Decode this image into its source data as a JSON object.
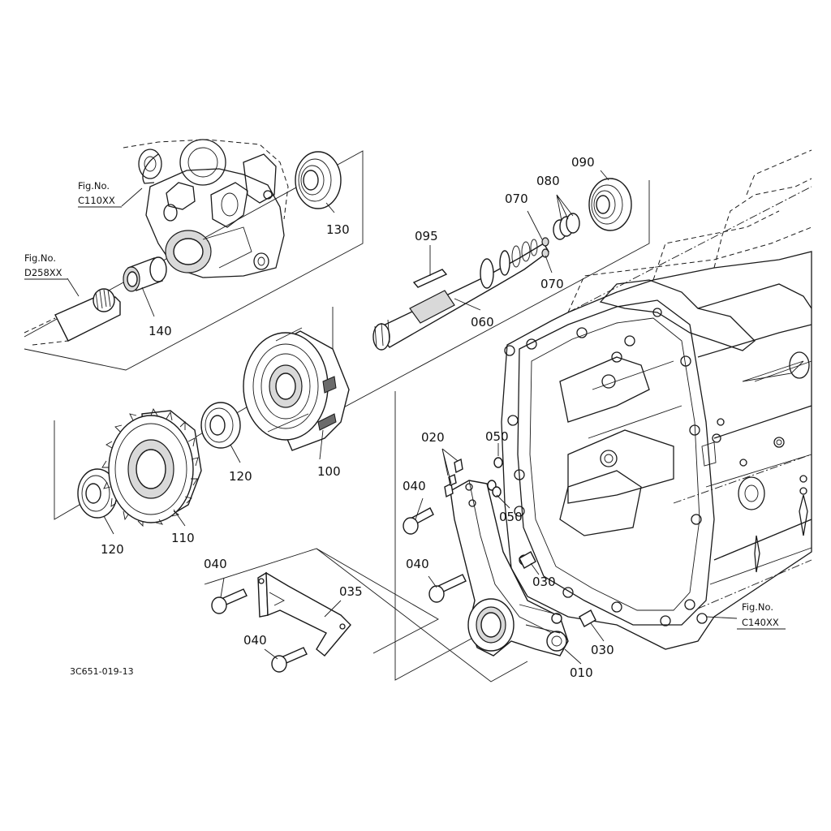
{
  "figure_code": "3C651-019-13",
  "references": {
    "c110": {
      "line1": "Fig.No.",
      "line2": "C110XX"
    },
    "d258": {
      "line1": "Fig.No.",
      "line2": "D258XX"
    },
    "c140": {
      "line1": "Fig.No.",
      "line2": "C140XX"
    }
  },
  "parts": {
    "p130": "130",
    "p140": "140",
    "p095": "095",
    "p060": "060",
    "p070a": "070",
    "p070b": "070",
    "p080": "080",
    "p090": "090",
    "p100": "100",
    "p110": "110",
    "p120a": "120",
    "p120b": "120",
    "p020": "020",
    "p050a": "050",
    "p050b": "050",
    "p040a": "040",
    "p040b": "040",
    "p040c": "040",
    "p040d": "040",
    "p035": "035",
    "p030a": "030",
    "p030b": "030",
    "p010": "010"
  }
}
